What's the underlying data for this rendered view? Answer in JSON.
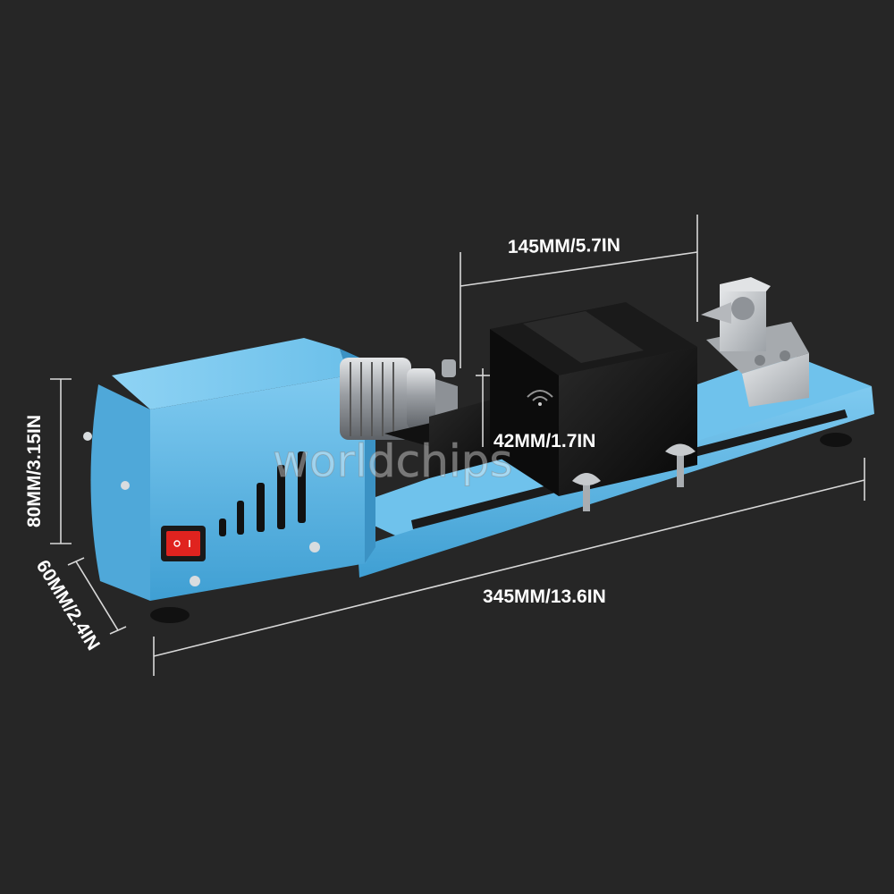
{
  "dimensions": {
    "tailstock_distance": "145MM/5.7IN",
    "tool_rest_height": "42MM/1.7IN",
    "height": "80MM/3.15IN",
    "depth": "60MM/2.4IN",
    "length": "345MM/13.6IN"
  },
  "watermark": "worldchips",
  "colors": {
    "background": "#262626",
    "body_blue": "#5fb9e6",
    "switch_red": "#e0231f",
    "rest_black": "#111111",
    "metal_silver": "#b9bcc0"
  }
}
